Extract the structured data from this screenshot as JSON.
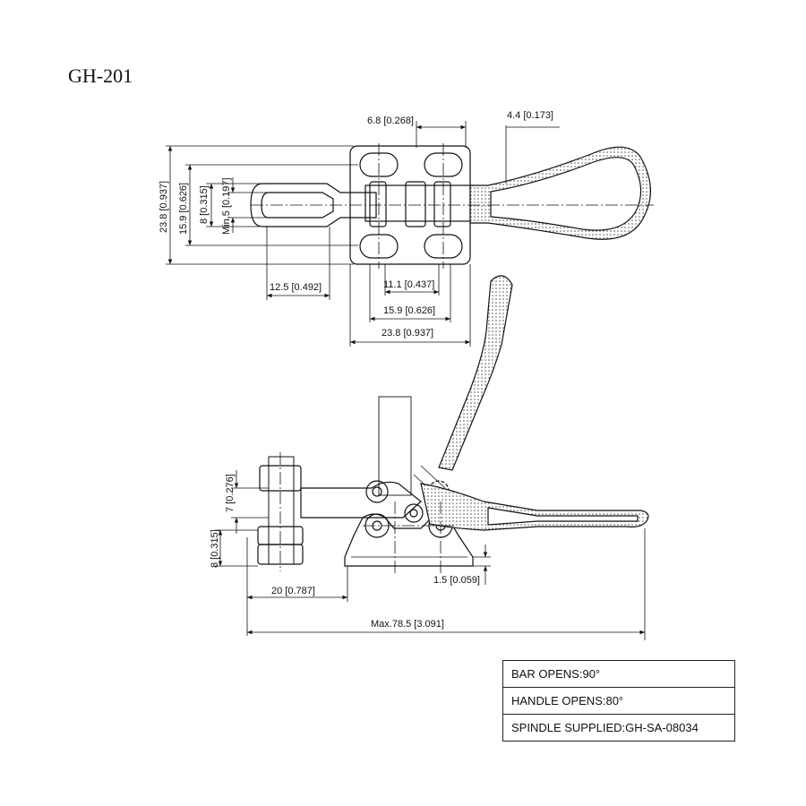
{
  "title": "GH-201",
  "dimensions": {
    "top_hole_offset": "6.8 [0.268]",
    "handle_thickness": "4.4 [0.173]",
    "base_height": "23.8 [0.937]",
    "hole_spacing_vertical": "15.9 [0.626]",
    "bar_width": "8 [0.315]",
    "bar_slot_min": "Min.5 [0.197]",
    "bar_loop_length": "12.5 [0.492]",
    "hole_spacing_short": "11.1 [0.437]",
    "hole_spacing_long": "15.9 [0.626]",
    "base_width": "23.8 [0.937]",
    "spindle_height": "7 [0.276]",
    "base_plate_height": "8 [0.315]",
    "spindle_offset": "20 [0.787]",
    "base_plate_thickness": "1.5 [0.059]",
    "overall_length": "Max.78.5 [3.091]"
  },
  "specs": [
    "BAR OPENS:90°",
    "HANDLE OPENS:80°",
    "SPINDLE SUPPLIED:GH-SA-08034"
  ]
}
